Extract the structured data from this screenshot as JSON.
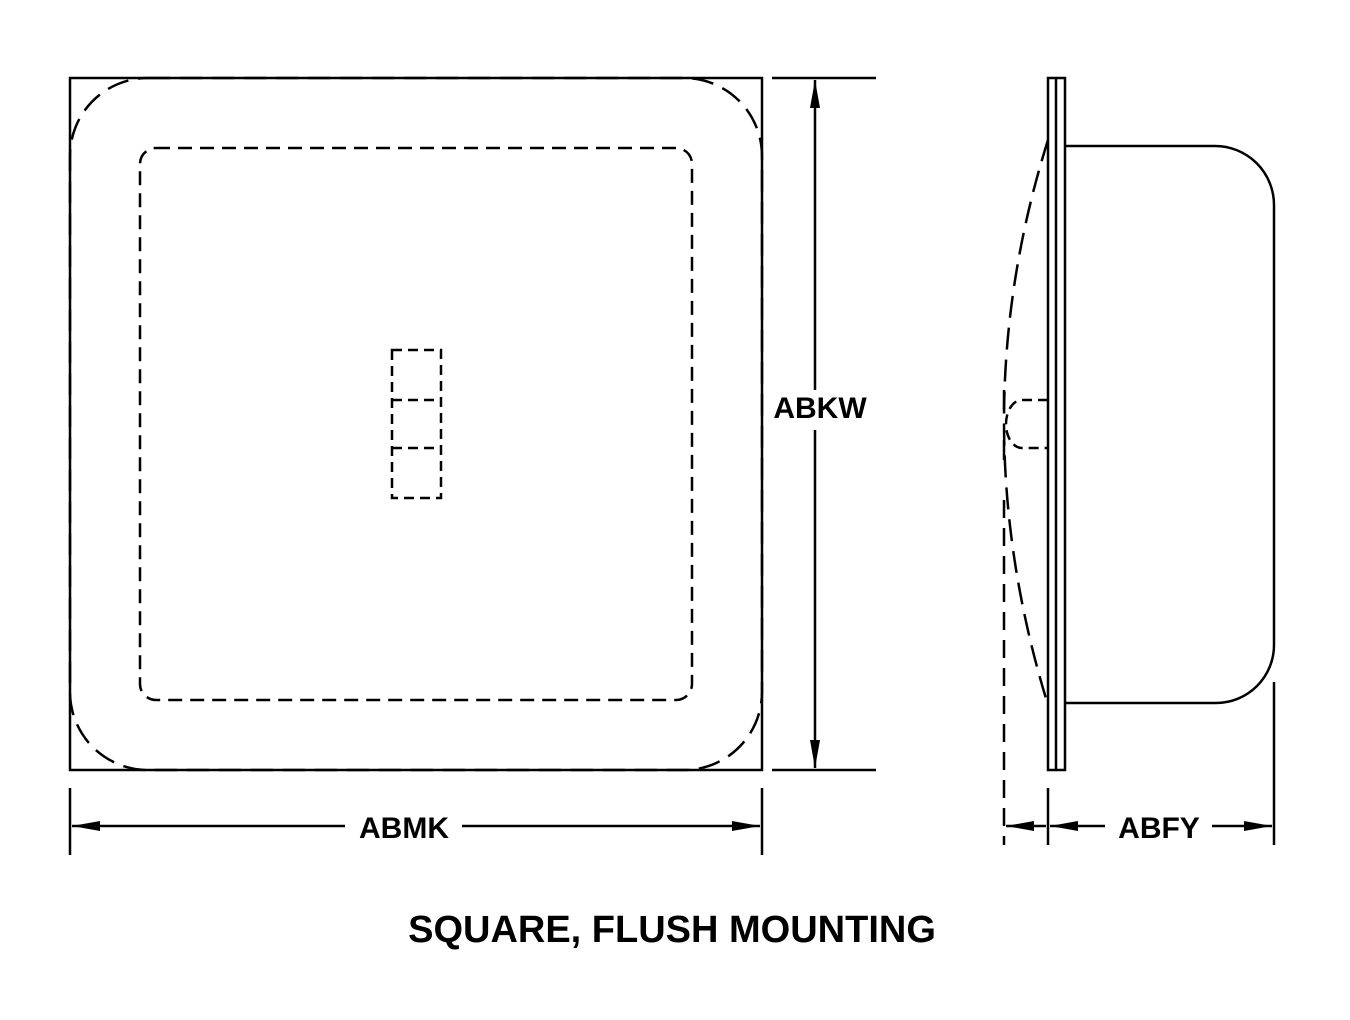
{
  "title": "SQUARE, FLUSH MOUNTING",
  "dimensions": {
    "width_label": "ABMK",
    "height_label": "ABKW",
    "depth_label": "ABFY"
  },
  "colors": {
    "line": "#000000",
    "background": "#ffffff"
  }
}
